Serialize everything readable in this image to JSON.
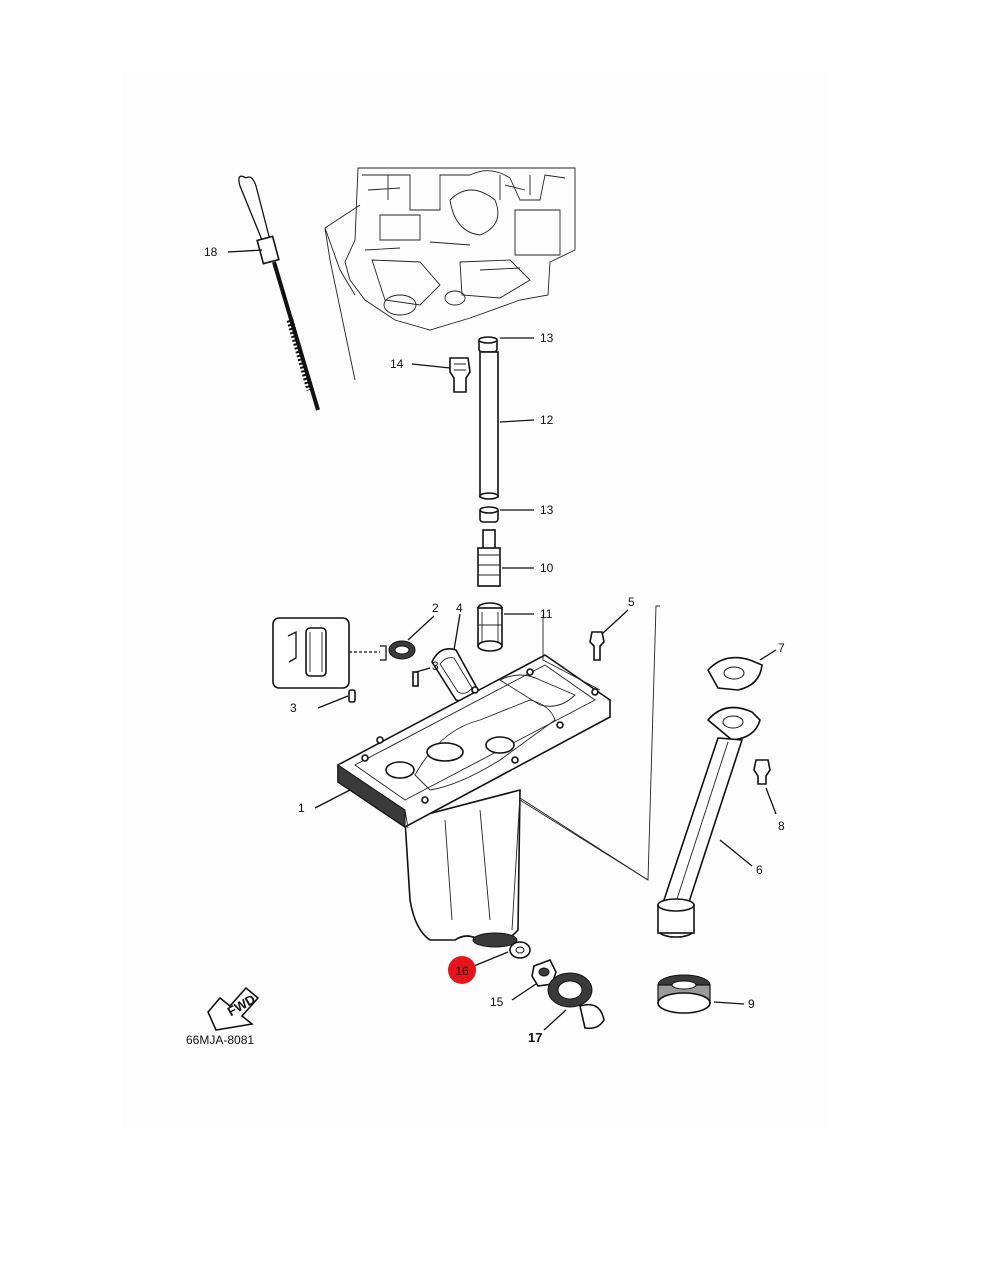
{
  "diagram_code": "66MJA-8081",
  "fwd_label": "FWD",
  "highlight": {
    "label": "16",
    "color": "#e8141c",
    "text_color": "#ffffff"
  },
  "callouts": [
    {
      "id": "18",
      "label": "18"
    },
    {
      "id": "14",
      "label": "14"
    },
    {
      "id": "13a",
      "label": "13"
    },
    {
      "id": "12",
      "label": "12"
    },
    {
      "id": "13b",
      "label": "13"
    },
    {
      "id": "10",
      "label": "10"
    },
    {
      "id": "2",
      "label": "2"
    },
    {
      "id": "4",
      "label": "4"
    },
    {
      "id": "11",
      "label": "11"
    },
    {
      "id": "5",
      "label": "5"
    },
    {
      "id": "7",
      "label": "7"
    },
    {
      "id": "3a",
      "label": "3"
    },
    {
      "id": "3b",
      "label": "3"
    },
    {
      "id": "1",
      "label": "1"
    },
    {
      "id": "8",
      "label": "8"
    },
    {
      "id": "6",
      "label": "6"
    },
    {
      "id": "15",
      "label": "15"
    },
    {
      "id": "17",
      "label": "17"
    },
    {
      "id": "9",
      "label": "9"
    }
  ]
}
